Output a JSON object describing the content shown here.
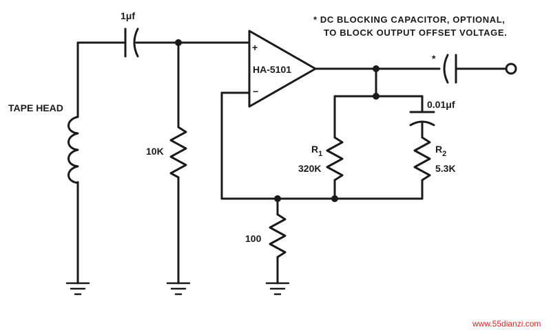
{
  "notes": {
    "line1": "* DC BLOCKING CAPACITOR, OPTIONAL,",
    "line2": "TO BLOCK OUTPUT OFFSET VOLTAGE."
  },
  "labels": {
    "input_cap": "1μf",
    "tape_head": "TAPE HEAD",
    "r_input": "10K",
    "opamp": "HA-5101",
    "plus": "+",
    "minus": "−",
    "output_cap_mark": "*",
    "feedback_cap": "0.01μf",
    "r1_name": "R",
    "r1_sub": "1",
    "r1_value": "320K",
    "r2_name": "R",
    "r2_sub": "2",
    "r2_value": "5.3K",
    "r_ground": "100"
  },
  "watermark": "www.55dianzi.com",
  "colors": {
    "ink": "#1a1a1a",
    "watermark": "#d22020"
  }
}
